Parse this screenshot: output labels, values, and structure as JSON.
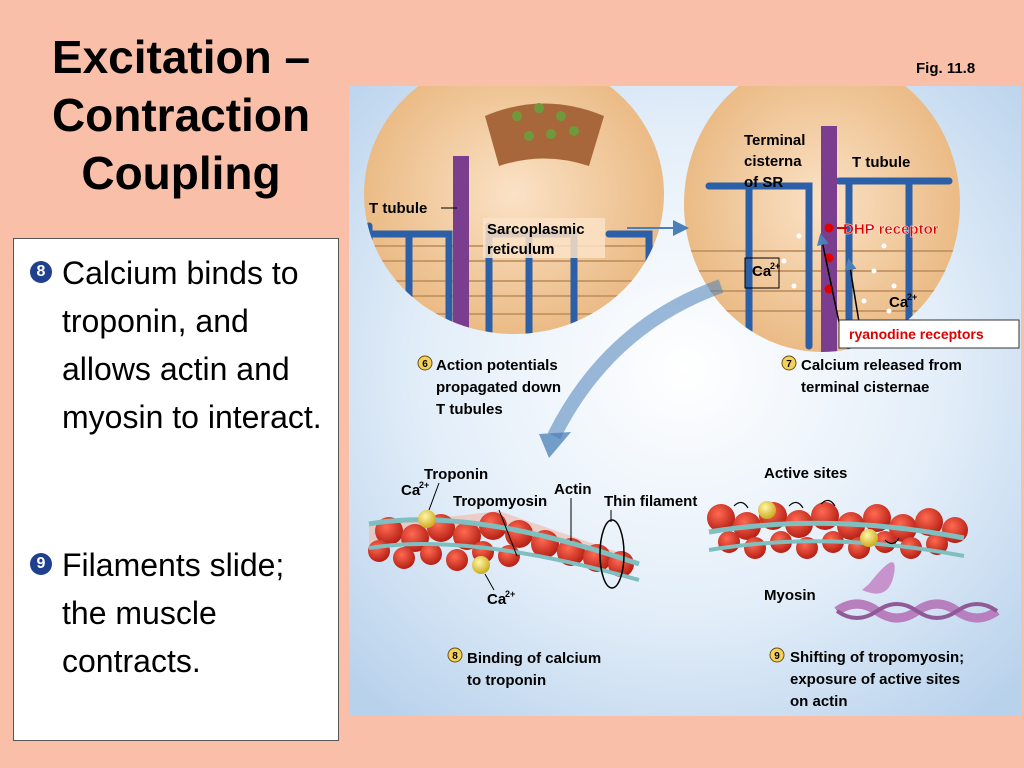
{
  "slide": {
    "title_lines": [
      "Excitation –",
      "Contraction",
      "Coupling"
    ],
    "fig_label": "Fig. 11.8"
  },
  "bullets": [
    {
      "number": "8",
      "text": "Calcium binds to troponin, and allows actin and myosin to interact."
    },
    {
      "number": "9",
      "text": "Filaments slide;  the muscle contracts."
    }
  ],
  "diagram": {
    "left_labels": {
      "t_tubule": "T tubule",
      "sarcoplasmic": "Sarcoplasmic",
      "reticulum": "reticulum"
    },
    "right_labels": {
      "terminal": "Terminal",
      "cisterna": "cisterna",
      "of_sr": "of SR",
      "t_tubule": "T tubule",
      "dhp": "DHP receptor",
      "ca_a": "Ca",
      "ca_b": "Ca",
      "charge": "2+",
      "ryanodine": "ryanodine receptors"
    },
    "step6": {
      "number": "6",
      "line1": "Action potentials",
      "line2": "propagated down",
      "line3": "T tubules"
    },
    "step7": {
      "number": "7",
      "line1": "Calcium released from",
      "line2": "terminal cisternae"
    },
    "bottom_left": {
      "troponin": "Troponin",
      "ca_top": "Ca",
      "tropomyosin": "Tropomyosin",
      "actin": "Actin",
      "thin_filament": "Thin filament",
      "ca_bottom": "Ca",
      "charge": "2+"
    },
    "bottom_right": {
      "active_sites": "Active sites",
      "myosin": "Myosin"
    },
    "step8": {
      "number": "8",
      "line1": "Binding of calcium",
      "line2": "to troponin"
    },
    "step9": {
      "number": "9",
      "line1": "Shifting of tropomyosin;",
      "line2": "exposure of active sites",
      "line3": "on actin"
    }
  },
  "colors": {
    "background": "#f9bfa9",
    "panel": "#d7e6f6",
    "bullet": "#1f3f8f",
    "label_red": "#e00000",
    "arrow": "#4a7fb8"
  }
}
